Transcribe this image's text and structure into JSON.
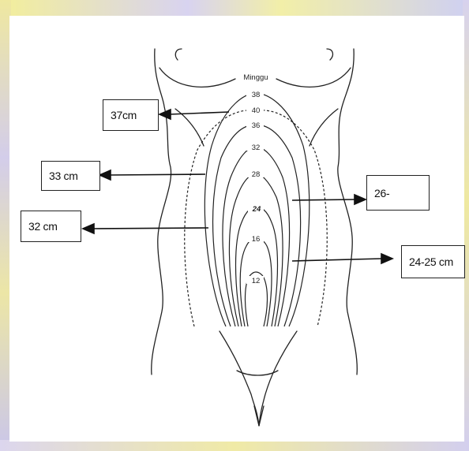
{
  "diagram": {
    "header_label": "Minggu",
    "week_markers": [
      "38",
      "40",
      "36",
      "32",
      "28",
      "24",
      "16",
      "12"
    ],
    "handwritten_mark": "24",
    "callouts": [
      {
        "id": "37",
        "text": "37cm"
      },
      {
        "id": "33",
        "text": "33 cm"
      },
      {
        "id": "32",
        "text": "32 cm"
      },
      {
        "id": "26",
        "text": "26-"
      },
      {
        "id": "24",
        "text": "24-25 cm"
      }
    ]
  },
  "colors": {
    "line": "#222222",
    "background_yellow": "#f2eea2",
    "background_lavender": "#d0cbec"
  }
}
